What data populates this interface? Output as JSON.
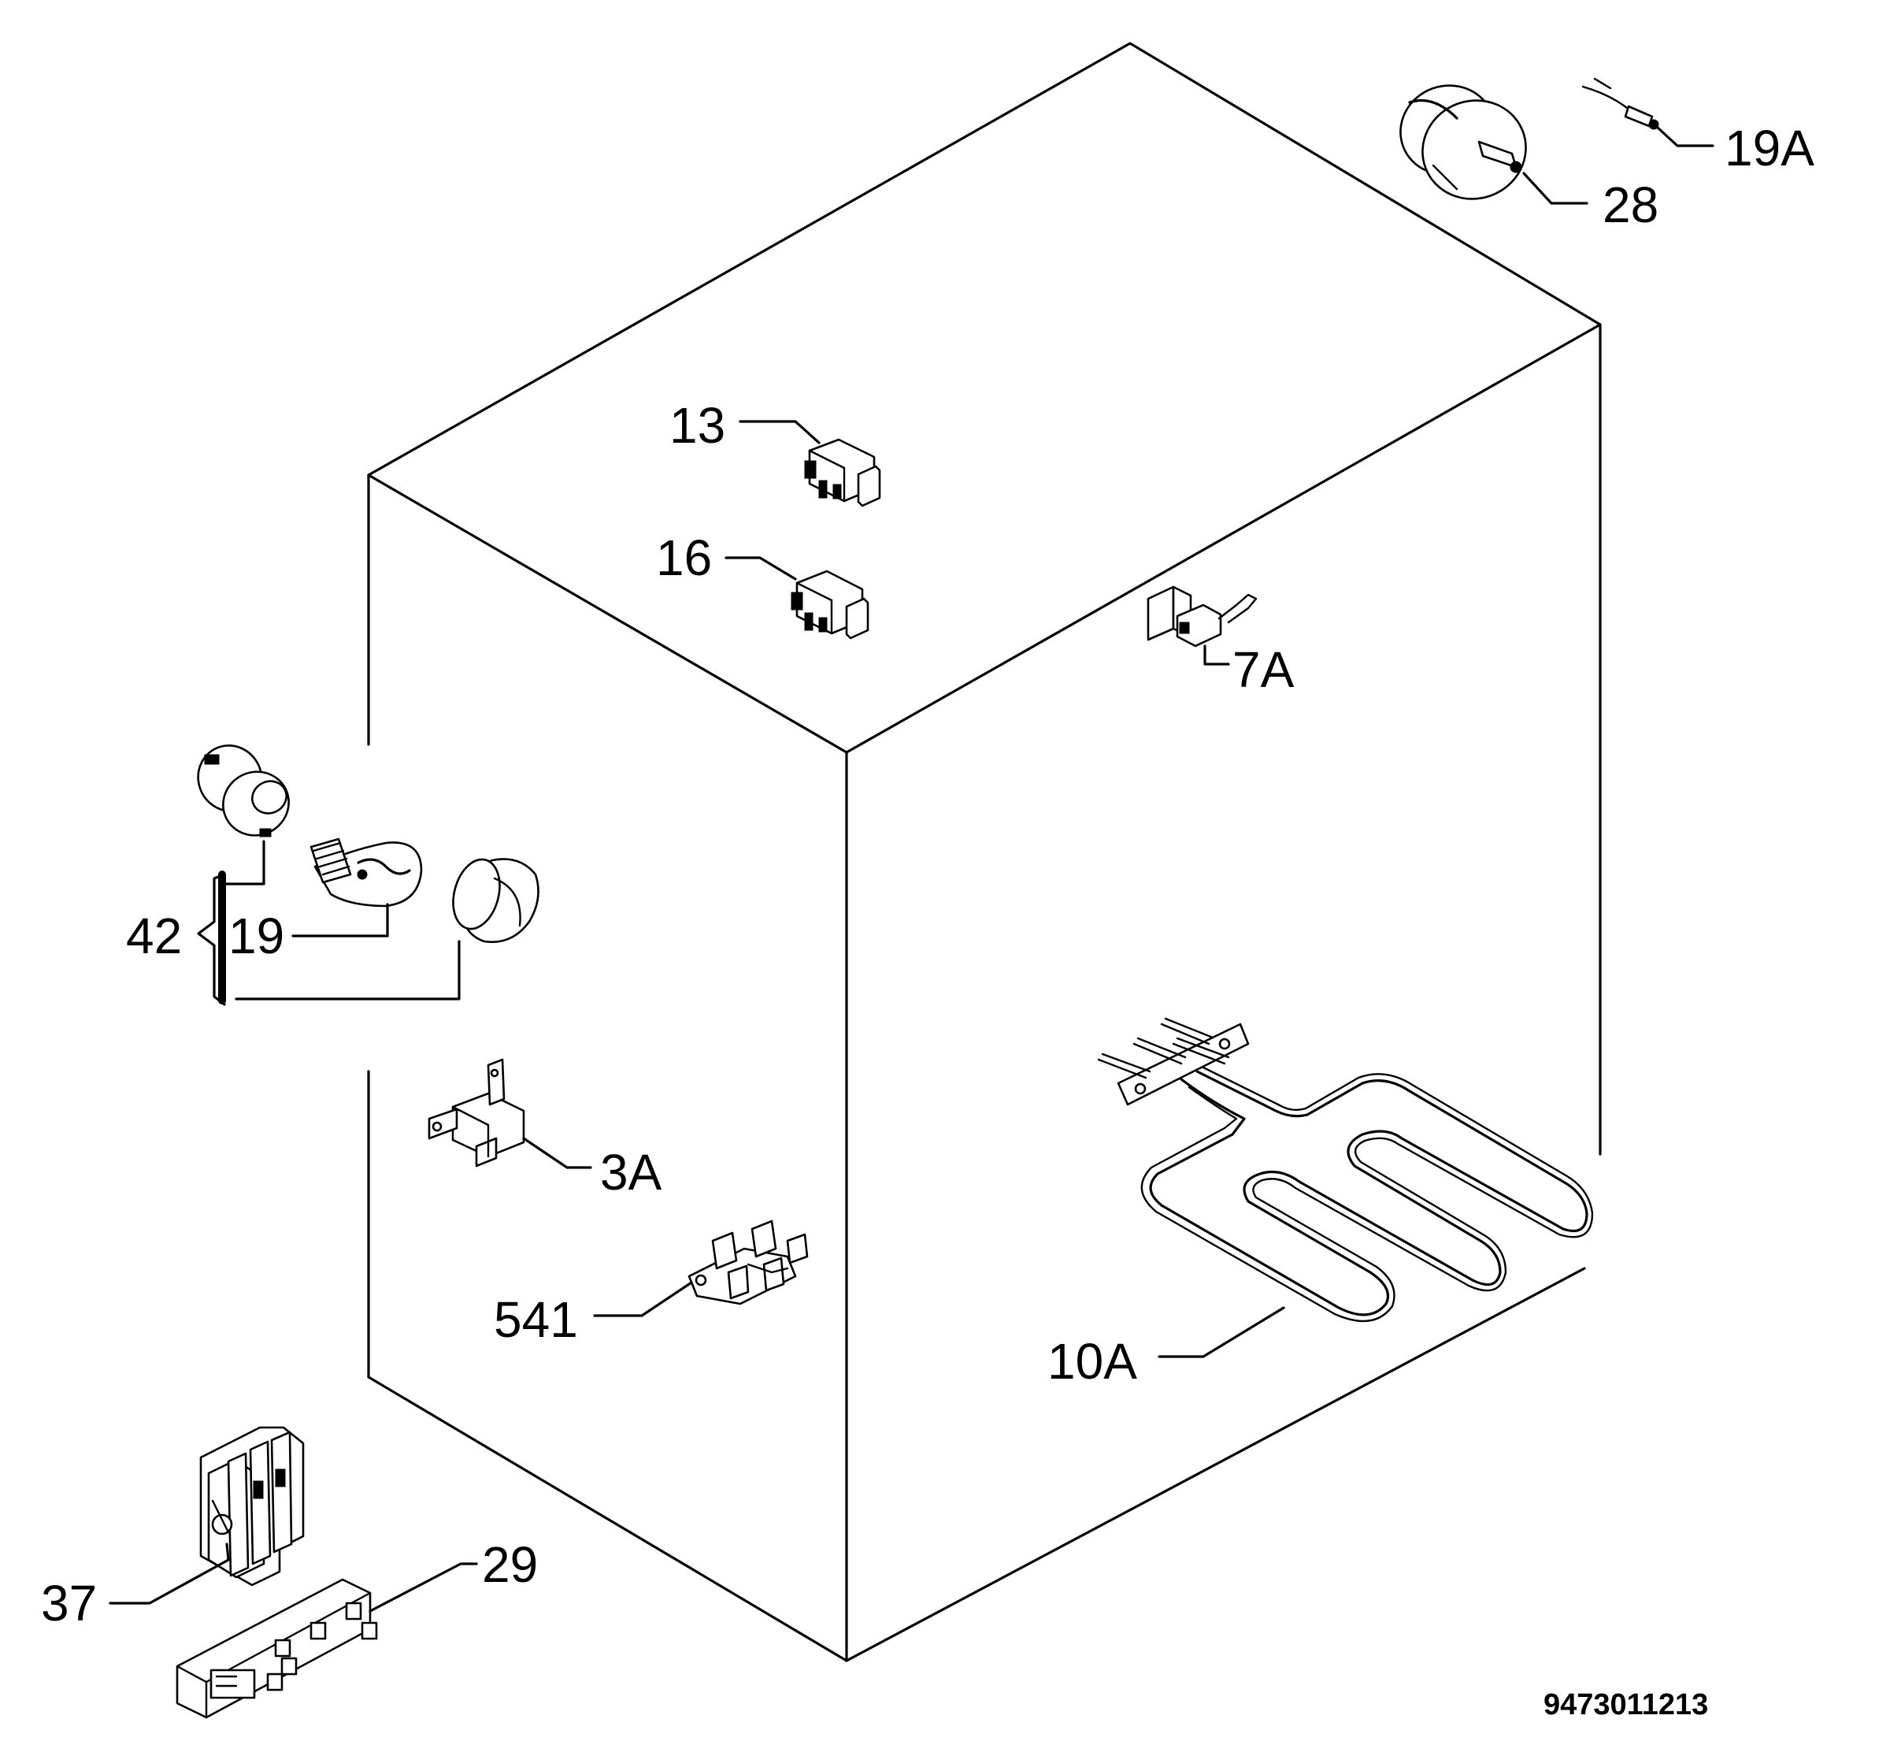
{
  "diagram": {
    "labels": {
      "l13": "13",
      "l16": "16",
      "l7a": "7A",
      "l19a": "19A",
      "l28": "28",
      "l42": "42",
      "l19": "19",
      "l3a": "3A",
      "l541": "541",
      "l10a": "10A",
      "l37": "37",
      "l29": "29"
    },
    "drawing_number": "9473011213",
    "colors": {
      "line": "#000000",
      "background": "#ffffff"
    }
  }
}
